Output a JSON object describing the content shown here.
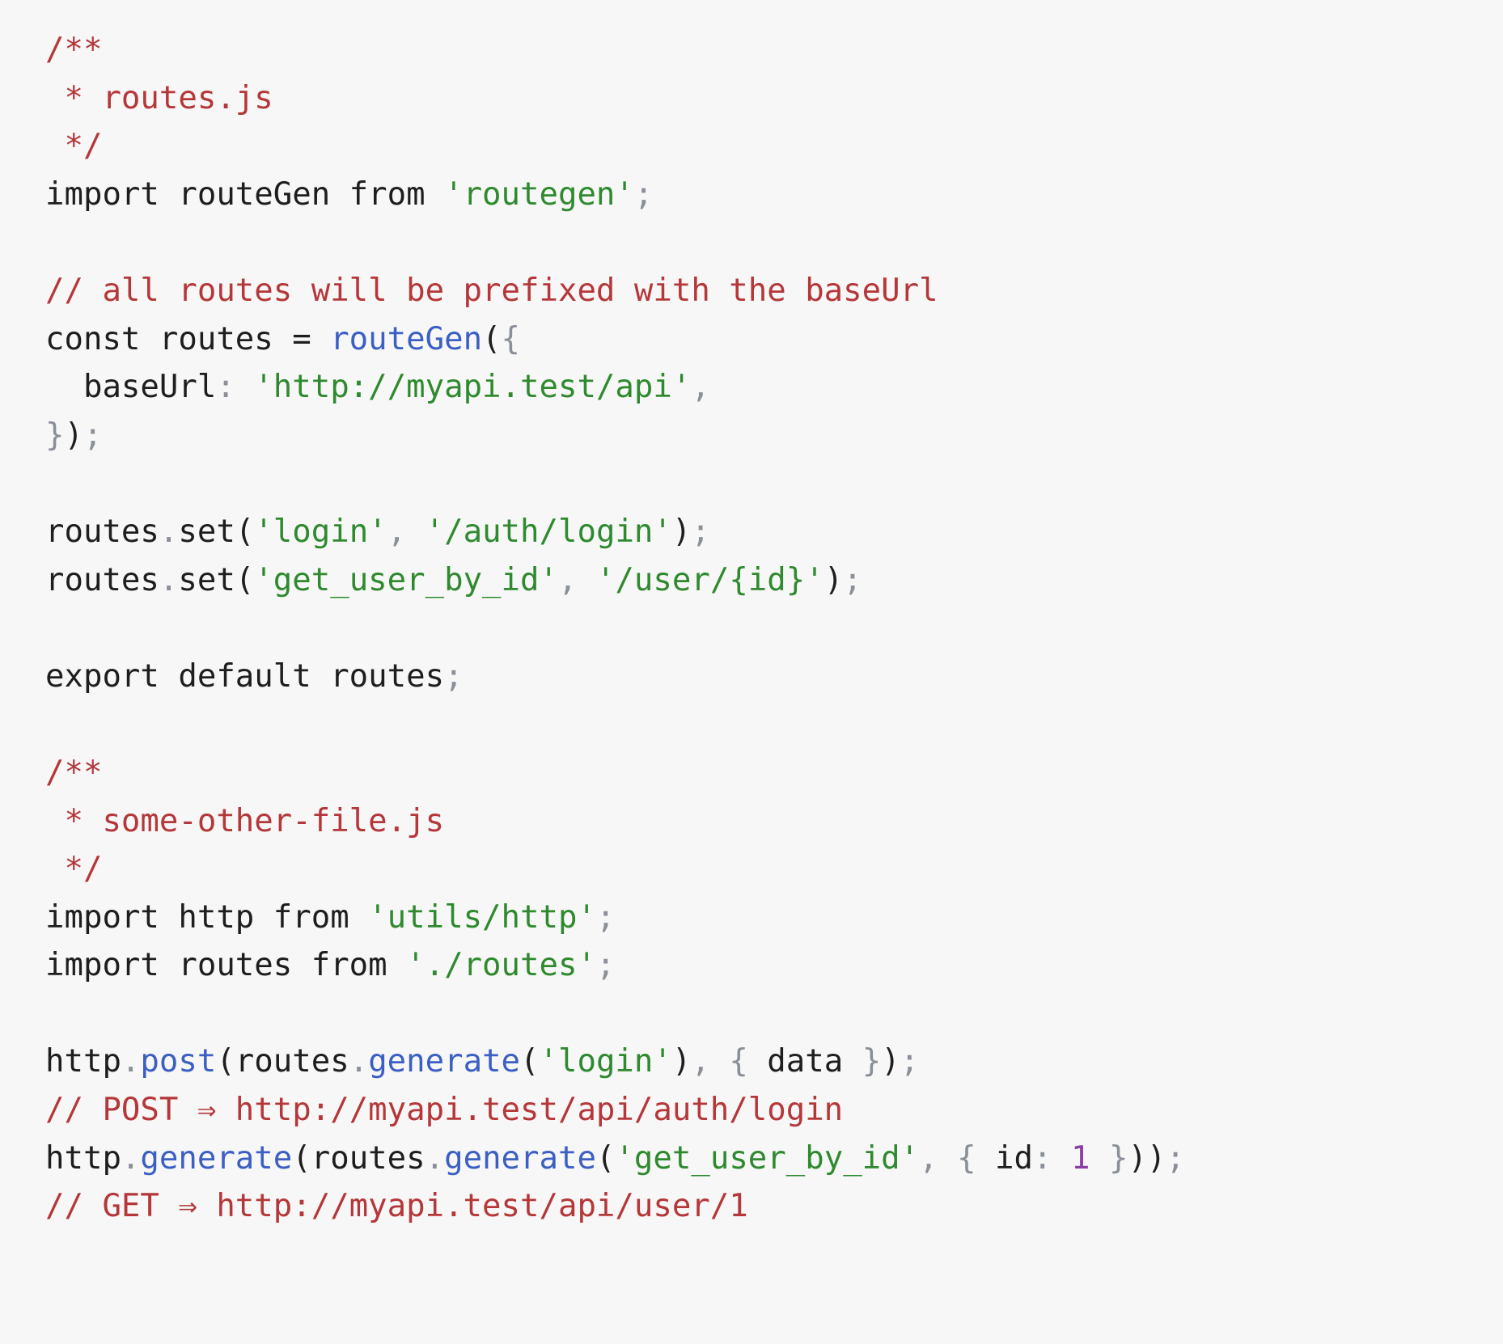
{
  "code": {
    "colors": {
      "background": "#f7f7f7",
      "plain": "#1e1e1e",
      "comment": "#b5373a",
      "string": "#2f8a2f",
      "function": "#3c5fc4",
      "punctuation": "#8a8f98",
      "number": "#8b3fa6"
    },
    "lines": [
      [
        {
          "t": "comment",
          "v": "/**"
        }
      ],
      [
        {
          "t": "comment",
          "v": " * routes.js"
        }
      ],
      [
        {
          "t": "comment",
          "v": " */"
        }
      ],
      [
        {
          "t": "plain",
          "v": "import routeGen from "
        },
        {
          "t": "string",
          "v": "'routegen'"
        },
        {
          "t": "punct",
          "v": ";"
        }
      ],
      [],
      [
        {
          "t": "comment",
          "v": "// all routes will be prefixed with the baseUrl"
        }
      ],
      [
        {
          "t": "plain",
          "v": "const routes = "
        },
        {
          "t": "fn",
          "v": "routeGen"
        },
        {
          "t": "plain",
          "v": "("
        },
        {
          "t": "punct",
          "v": "{"
        }
      ],
      [
        {
          "t": "plain",
          "v": "  baseUrl"
        },
        {
          "t": "punct",
          "v": ": "
        },
        {
          "t": "string",
          "v": "'http://myapi.test/api'"
        },
        {
          "t": "punct",
          "v": ","
        }
      ],
      [
        {
          "t": "punct",
          "v": "}"
        },
        {
          "t": "plain",
          "v": ")"
        },
        {
          "t": "punct",
          "v": ";"
        }
      ],
      [],
      [
        {
          "t": "plain",
          "v": "routes"
        },
        {
          "t": "punct",
          "v": "."
        },
        {
          "t": "plain",
          "v": "set("
        },
        {
          "t": "string",
          "v": "'login'"
        },
        {
          "t": "punct",
          "v": ", "
        },
        {
          "t": "string",
          "v": "'/auth/login'"
        },
        {
          "t": "plain",
          "v": ")"
        },
        {
          "t": "punct",
          "v": ";"
        }
      ],
      [
        {
          "t": "plain",
          "v": "routes"
        },
        {
          "t": "punct",
          "v": "."
        },
        {
          "t": "plain",
          "v": "set("
        },
        {
          "t": "string",
          "v": "'get_user_by_id'"
        },
        {
          "t": "punct",
          "v": ", "
        },
        {
          "t": "string",
          "v": "'/user/{id}'"
        },
        {
          "t": "plain",
          "v": ")"
        },
        {
          "t": "punct",
          "v": ";"
        }
      ],
      [],
      [
        {
          "t": "plain",
          "v": "export default routes"
        },
        {
          "t": "punct",
          "v": ";"
        }
      ],
      [],
      [
        {
          "t": "comment",
          "v": "/**"
        }
      ],
      [
        {
          "t": "comment",
          "v": " * some-other-file.js"
        }
      ],
      [
        {
          "t": "comment",
          "v": " */"
        }
      ],
      [
        {
          "t": "plain",
          "v": "import http from "
        },
        {
          "t": "string",
          "v": "'utils/http'"
        },
        {
          "t": "punct",
          "v": ";"
        }
      ],
      [
        {
          "t": "plain",
          "v": "import routes from "
        },
        {
          "t": "string",
          "v": "'./routes'"
        },
        {
          "t": "punct",
          "v": ";"
        }
      ],
      [],
      [
        {
          "t": "plain",
          "v": "http"
        },
        {
          "t": "punct",
          "v": "."
        },
        {
          "t": "fn",
          "v": "post"
        },
        {
          "t": "plain",
          "v": "(routes"
        },
        {
          "t": "punct",
          "v": "."
        },
        {
          "t": "fn",
          "v": "generate"
        },
        {
          "t": "plain",
          "v": "("
        },
        {
          "t": "string",
          "v": "'login'"
        },
        {
          "t": "plain",
          "v": ")"
        },
        {
          "t": "punct",
          "v": ", { "
        },
        {
          "t": "plain",
          "v": "data "
        },
        {
          "t": "punct",
          "v": "}"
        },
        {
          "t": "plain",
          "v": ")"
        },
        {
          "t": "punct",
          "v": ";"
        }
      ],
      [
        {
          "t": "comment",
          "v": "// POST ⇒ http://myapi.test/api/auth/login"
        }
      ],
      [
        {
          "t": "plain",
          "v": "http"
        },
        {
          "t": "punct",
          "v": "."
        },
        {
          "t": "fn",
          "v": "generate"
        },
        {
          "t": "plain",
          "v": "(routes"
        },
        {
          "t": "punct",
          "v": "."
        },
        {
          "t": "fn",
          "v": "generate"
        },
        {
          "t": "plain",
          "v": "("
        },
        {
          "t": "string",
          "v": "'get_user_by_id'"
        },
        {
          "t": "punct",
          "v": ", { "
        },
        {
          "t": "plain",
          "v": "id"
        },
        {
          "t": "punct",
          "v": ": "
        },
        {
          "t": "number",
          "v": "1"
        },
        {
          "t": "punct",
          "v": " }"
        },
        {
          "t": "plain",
          "v": "))"
        },
        {
          "t": "punct",
          "v": ";"
        }
      ],
      [
        {
          "t": "comment",
          "v": "// GET ⇒ http://myapi.test/api/user/1"
        }
      ]
    ]
  }
}
